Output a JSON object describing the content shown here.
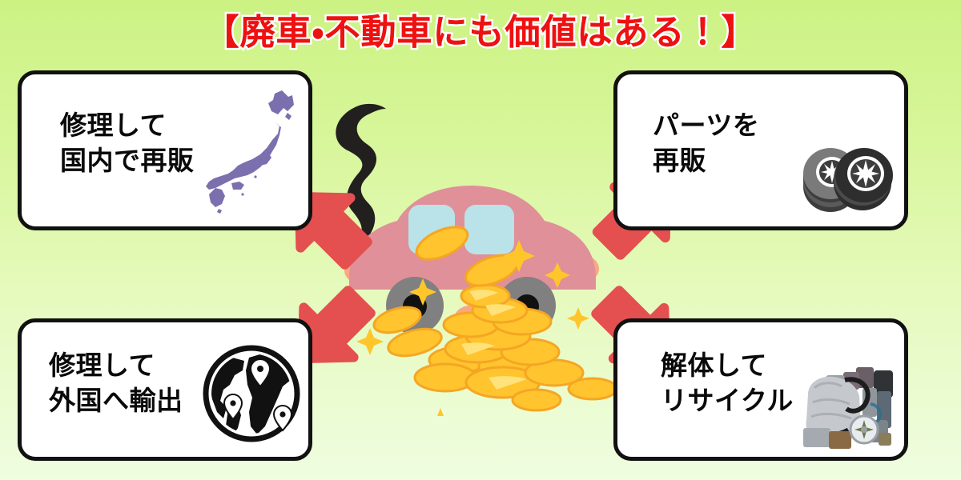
{
  "page": {
    "title": "【廃車・不動車にも価値はある！】",
    "background_top_color": "#ccf283",
    "background_bottom_color": "#effde0",
    "title_color": "#ee1111",
    "title_outline_color": "#ffffff"
  },
  "cards": [
    {
      "id": "repair-domestic-resale",
      "position": "top-left",
      "line1": "修理して",
      "line2": "国内で再販",
      "icon": "japan-map-icon",
      "icon_color": "#7c6fae",
      "border_color": "#111111",
      "background_color": "#ffffff"
    },
    {
      "id": "parts-resale",
      "position": "top-right",
      "line1": "パーツを",
      "line2": "再販",
      "icon": "stacked-tires-icon",
      "icon_color": "#444444",
      "border_color": "#111111",
      "background_color": "#ffffff"
    },
    {
      "id": "repair-export-overseas",
      "position": "bottom-left",
      "line1": "修理して",
      "line2": "外国へ輸出",
      "icon": "globe-pins-icon",
      "icon_color": "#111111",
      "border_color": "#111111",
      "background_color": "#ffffff"
    },
    {
      "id": "dismantle-recycle",
      "position": "bottom-right",
      "line1": "解体して",
      "line2": "リサイクル",
      "icon": "car-engine-icon",
      "icon_color": "#b9bcc2",
      "border_color": "#111111",
      "background_color": "#ffffff"
    }
  ],
  "arrows": {
    "color": "#e44f4f",
    "items": [
      {
        "id": "arrow-to-top-left",
        "direction": "up-left"
      },
      {
        "id": "arrow-to-top-right",
        "direction": "up-right"
      },
      {
        "id": "arrow-to-bottom-left",
        "direction": "down-left"
      },
      {
        "id": "arrow-to-bottom-right",
        "direction": "down-right"
      }
    ]
  },
  "scene": {
    "car": {
      "body_color": "#e09098",
      "window_color": "#b9e3e8",
      "wheel_color": "#808080",
      "hub_color": "#111111",
      "fender_color": "#f9a882"
    },
    "smoke_color": "#221f1f",
    "coins": {
      "color": "#ffc societal"
    },
    "coin_color": "#ffc42e",
    "coin_highlight_color": "#ffe27a",
    "sparkle_color": "#ffc62b"
  }
}
